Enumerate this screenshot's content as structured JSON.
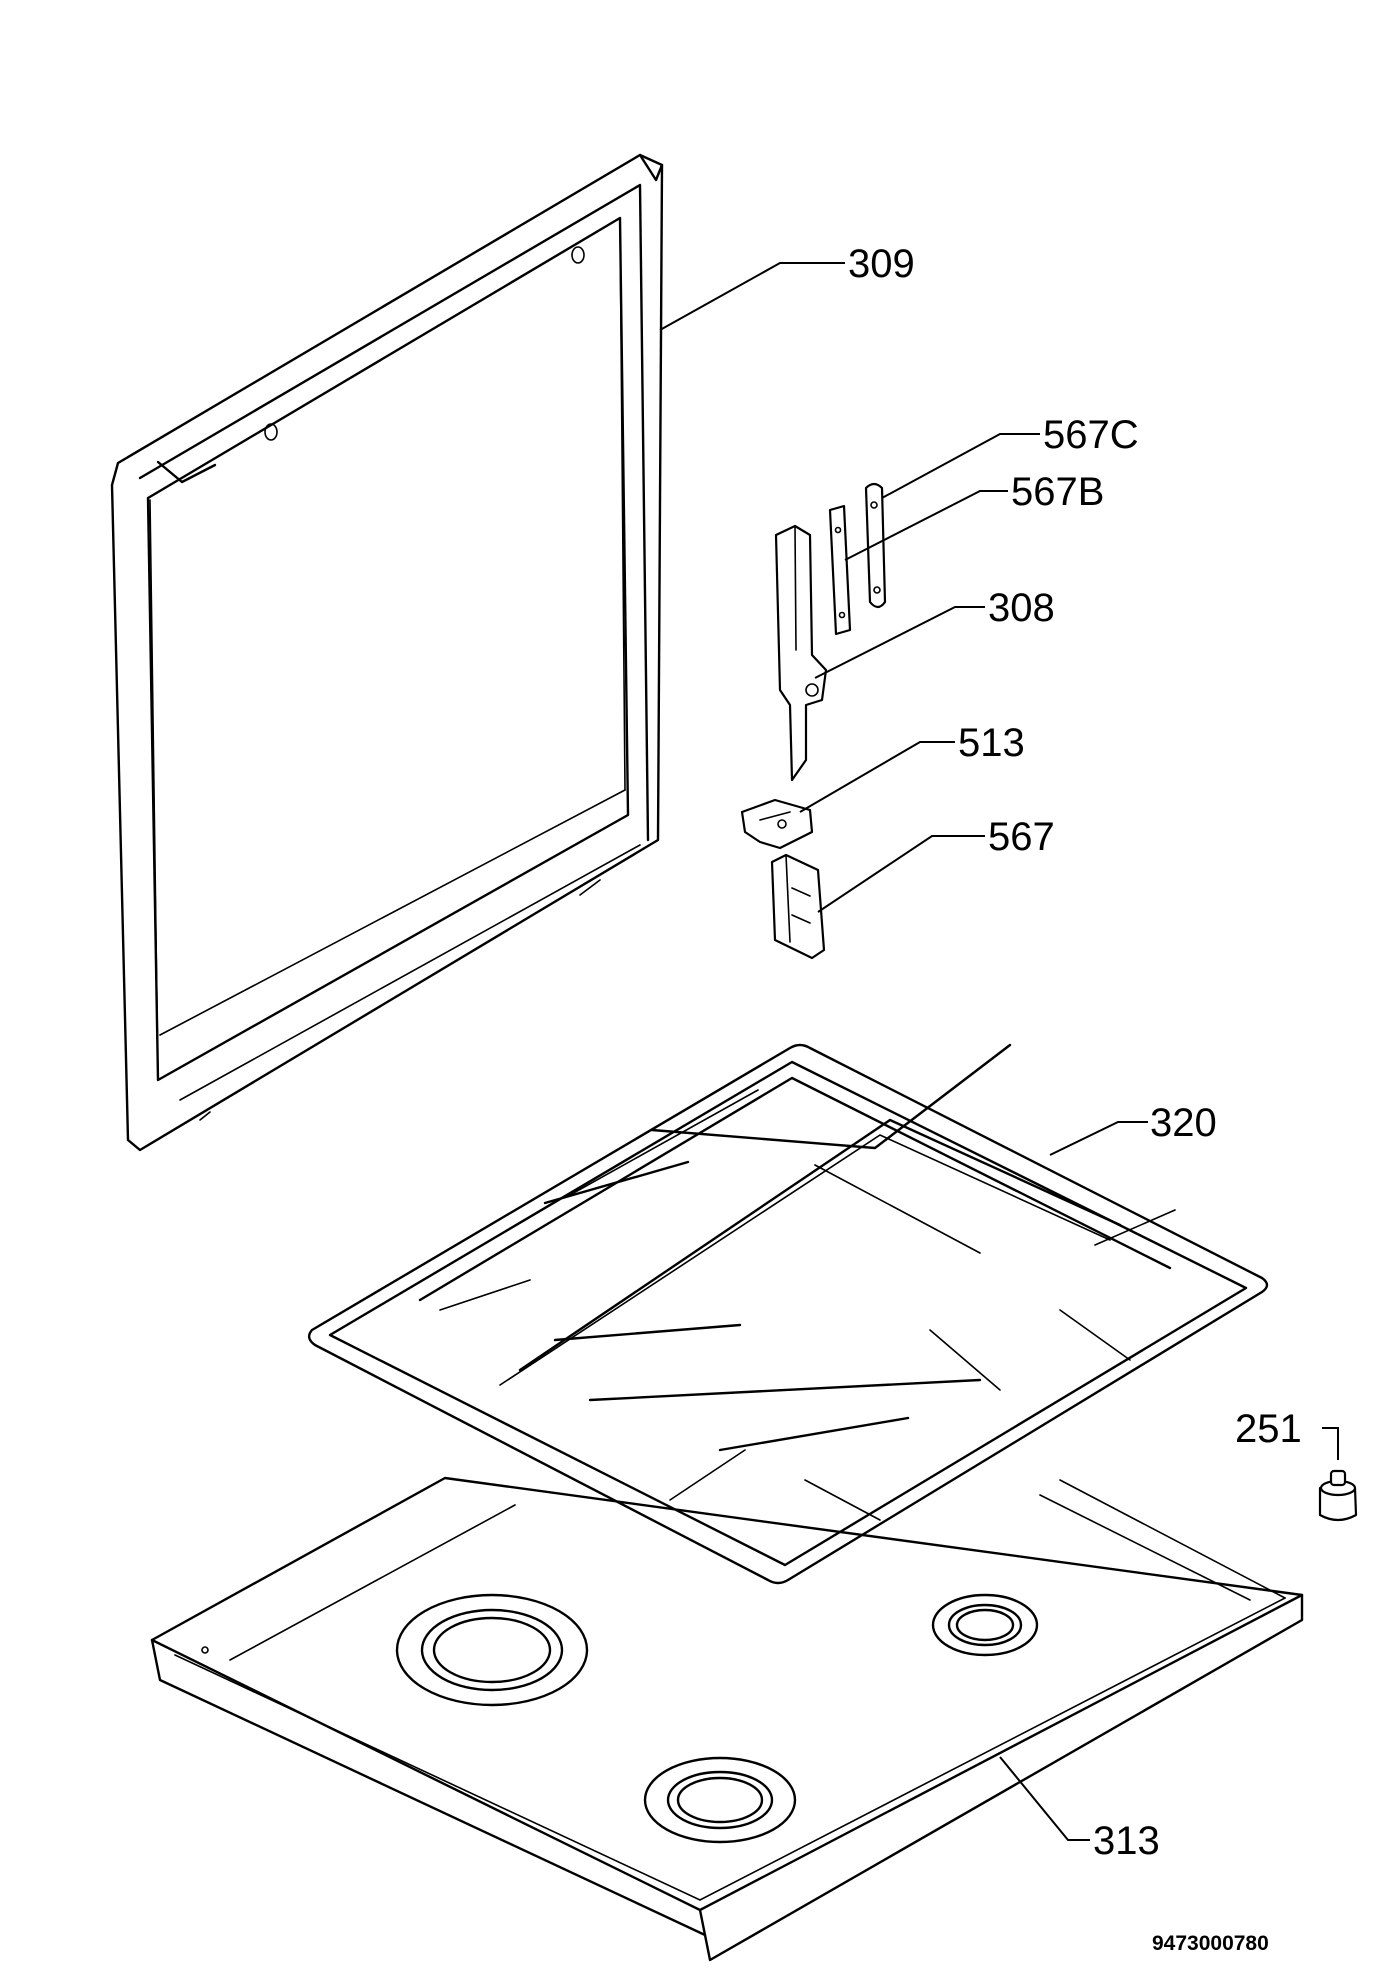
{
  "labels": {
    "lid": "309",
    "hinge_plate_c": "567C",
    "hinge_plate_b": "567B",
    "hinge_arm": "308",
    "hinge_clip": "513",
    "hinge_base": "567",
    "pan_support": "320",
    "knob": "251",
    "hob_top": "313"
  },
  "drawing_number": "9473000780"
}
